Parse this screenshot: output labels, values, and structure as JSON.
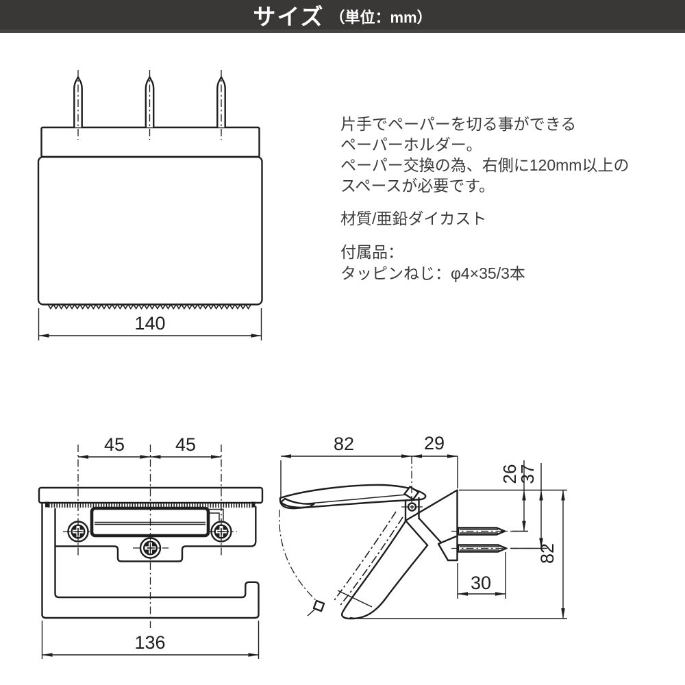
{
  "header": {
    "title": "サイズ",
    "unit": "（単位：mm）"
  },
  "notes": {
    "line1": "片手でペーパーを切る事ができる",
    "line2": "ペーパーホルダー。",
    "line3": "ペーパー交換の為、右側に120mm以上の",
    "line4": "スペースが必要です。",
    "material": "材質/亜鉛ダイカスト",
    "accessory_title": "付属品：",
    "accessory_item": "タッピンねじ：φ4×35/3本"
  },
  "dimensions": {
    "top_width": "140",
    "pitch_left": "45",
    "pitch_right": "45",
    "front_width": "136",
    "depth": "82",
    "plate_depth": "29",
    "screw1_offset": "26",
    "screw2_offset": "37",
    "height": "82",
    "screw_protrusion": "30"
  },
  "colors": {
    "header_bg": "#3a3737",
    "header_strip": "#464344",
    "line": "#1e1e1e",
    "text": "#3d3b3c",
    "bg": "#ffffff"
  }
}
